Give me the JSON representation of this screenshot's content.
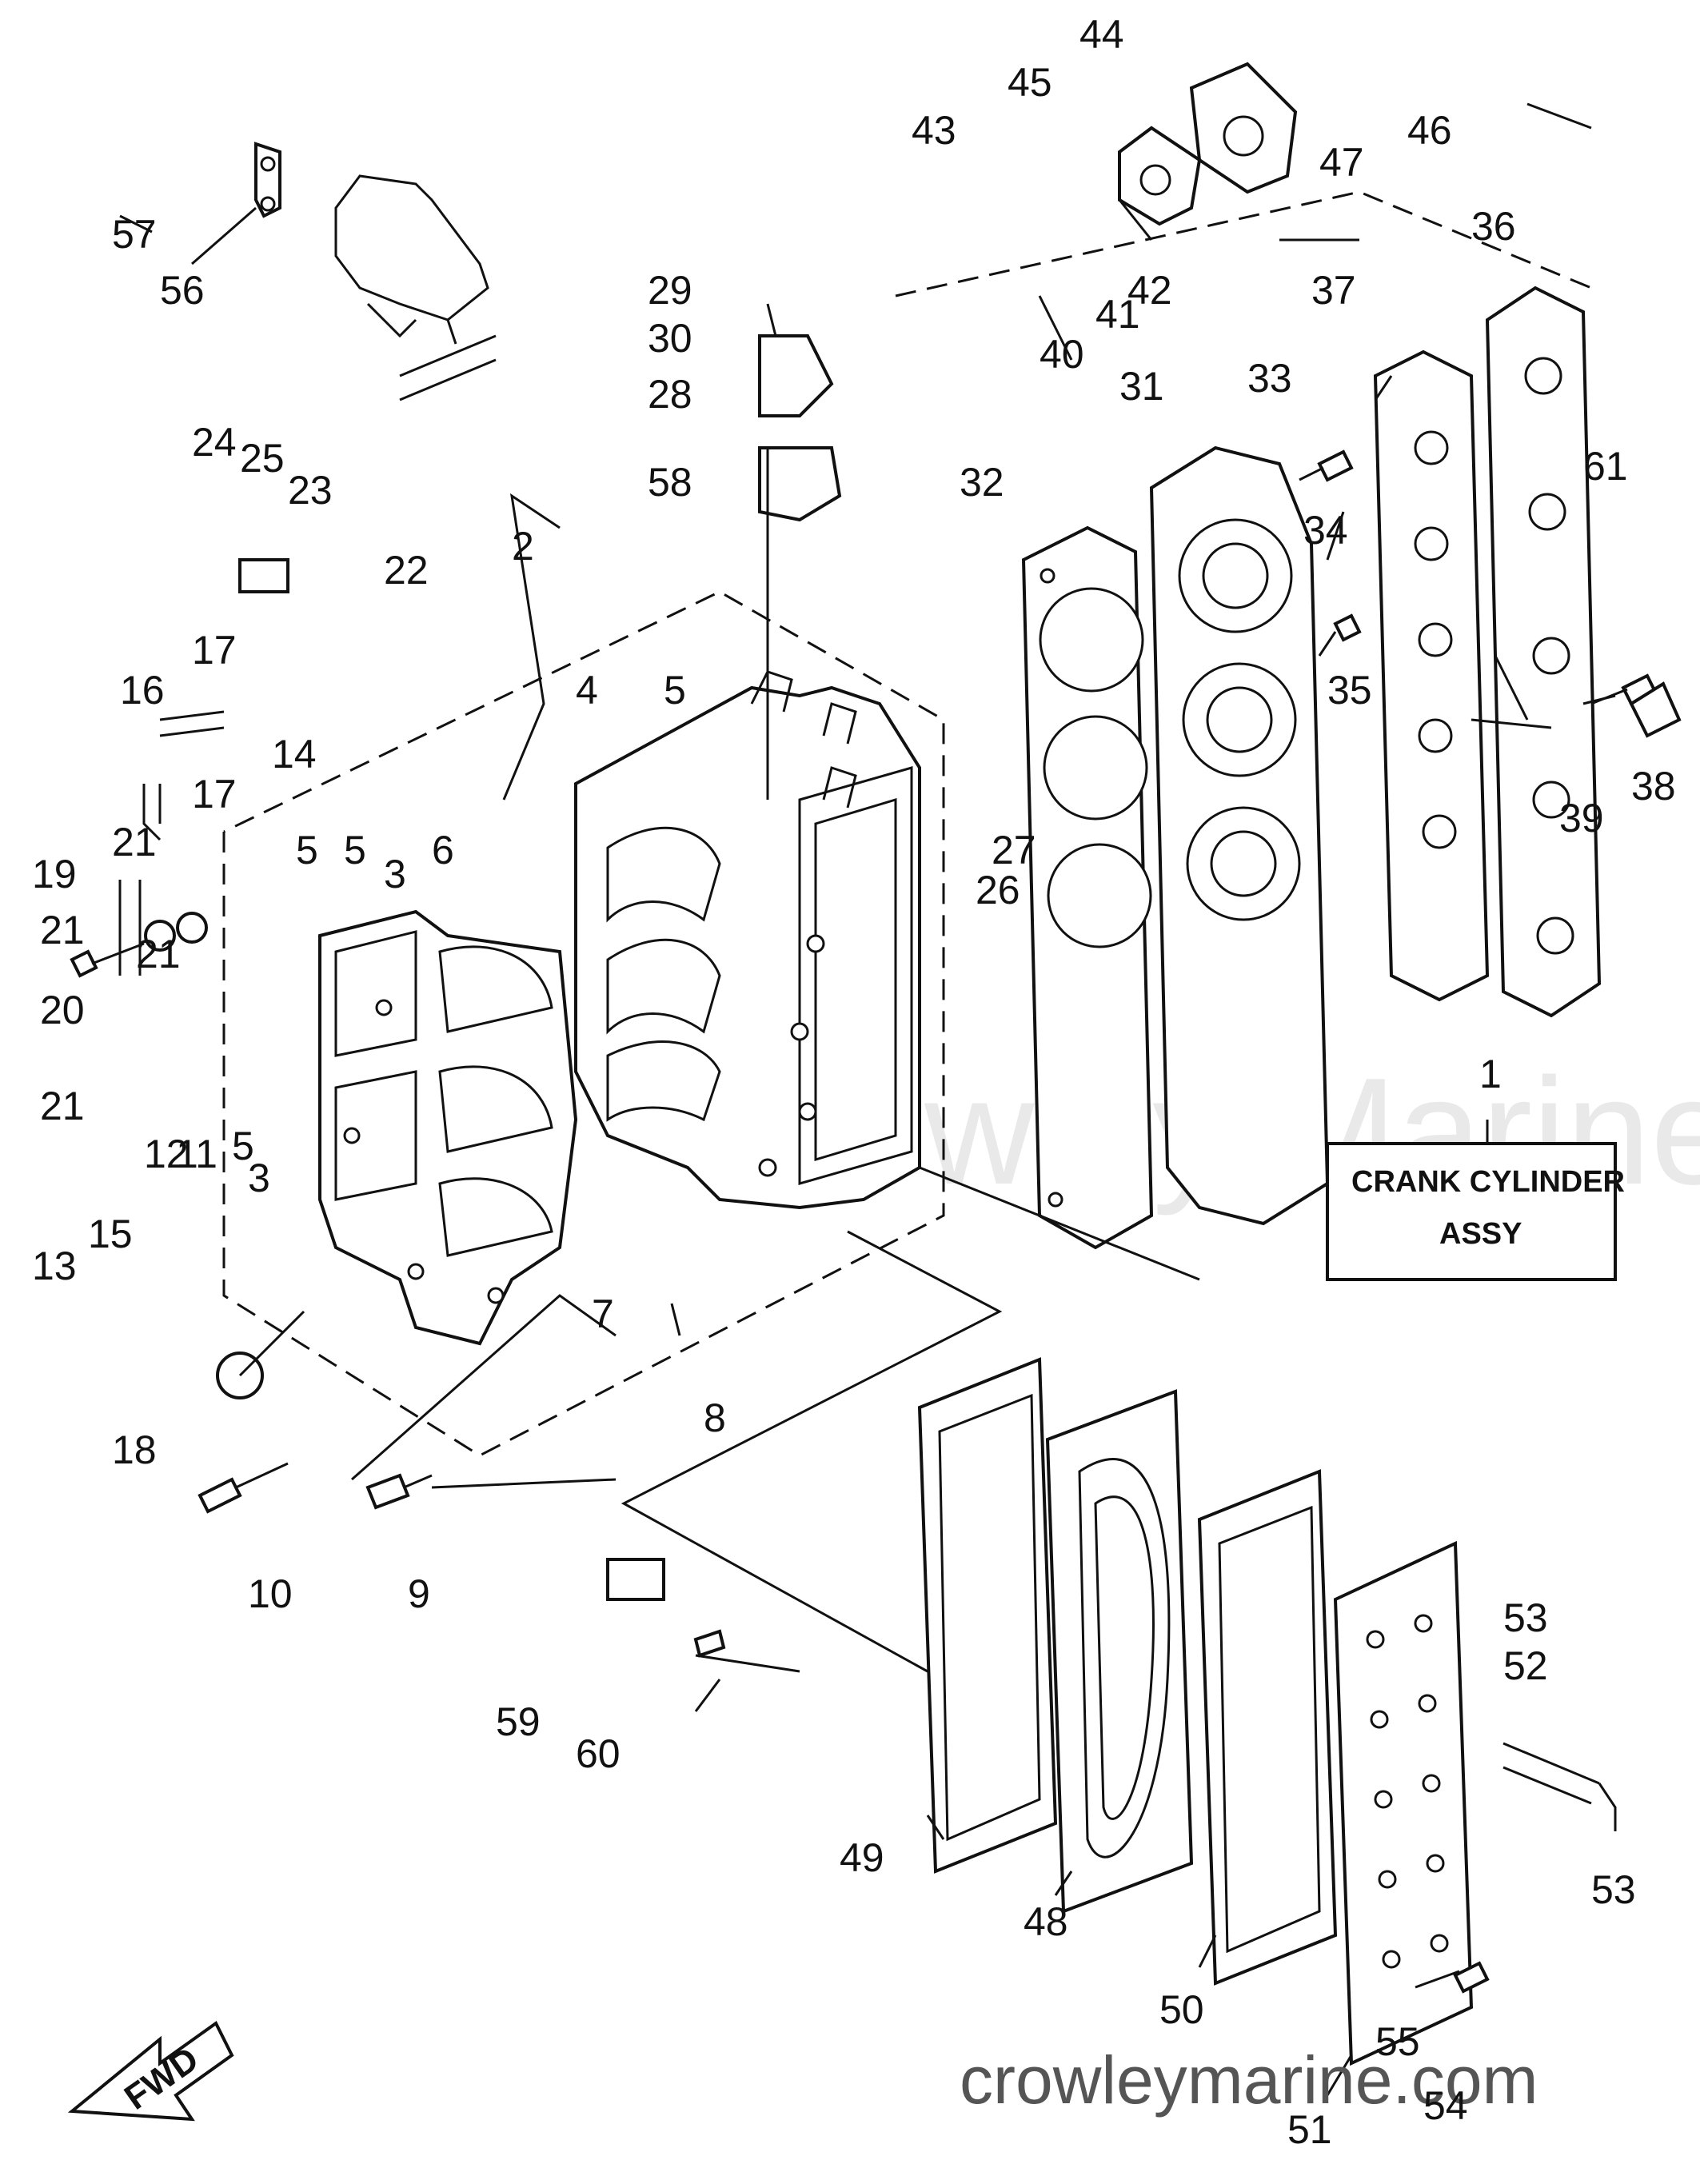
{
  "title_box": {
    "line1": "CRANK CYLINDER",
    "line2": "ASSY",
    "callout": "1"
  },
  "watermark": "Crowley Marine",
  "site": "crowleymarine.com",
  "fwd": "FWD",
  "callouts": [
    "2",
    "3",
    "3",
    "4",
    "5",
    "5",
    "5",
    "5",
    "6",
    "7",
    "8",
    "9",
    "10",
    "11",
    "12",
    "13",
    "14",
    "15",
    "16",
    "17",
    "17",
    "18",
    "19",
    "20",
    "21",
    "21",
    "21",
    "21",
    "22",
    "23",
    "24",
    "25",
    "26",
    "27",
    "28",
    "29",
    "30",
    "31",
    "32",
    "33",
    "34",
    "35",
    "36",
    "37",
    "38",
    "39",
    "40",
    "41",
    "42",
    "43",
    "44",
    "45",
    "46",
    "47",
    "48",
    "49",
    "50",
    "51",
    "52",
    "53",
    "53",
    "54",
    "55",
    "56",
    "57",
    "58",
    "59",
    "60",
    "61"
  ]
}
